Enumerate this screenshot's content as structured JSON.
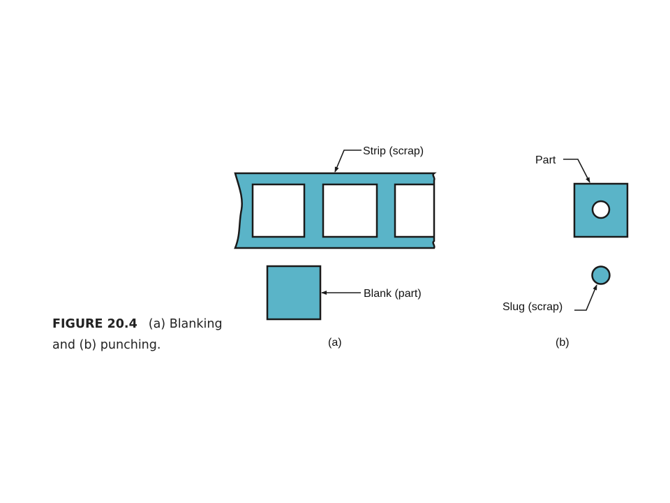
{
  "caption": {
    "figure_number": "FIGURE 20.4",
    "text_line1": "(a) Blanking",
    "text_line2": "and (b) punching."
  },
  "panel_a": {
    "strip_label": "Strip (scrap)",
    "blank_label": "Blank (part)",
    "panel_label": "(a)"
  },
  "panel_b": {
    "part_label": "Part",
    "slug_label": "Slug (scrap)",
    "panel_label": "(b)"
  },
  "colors": {
    "material": "#5ab4c8",
    "outline": "#1a1a1a",
    "background": "#ffffff"
  }
}
